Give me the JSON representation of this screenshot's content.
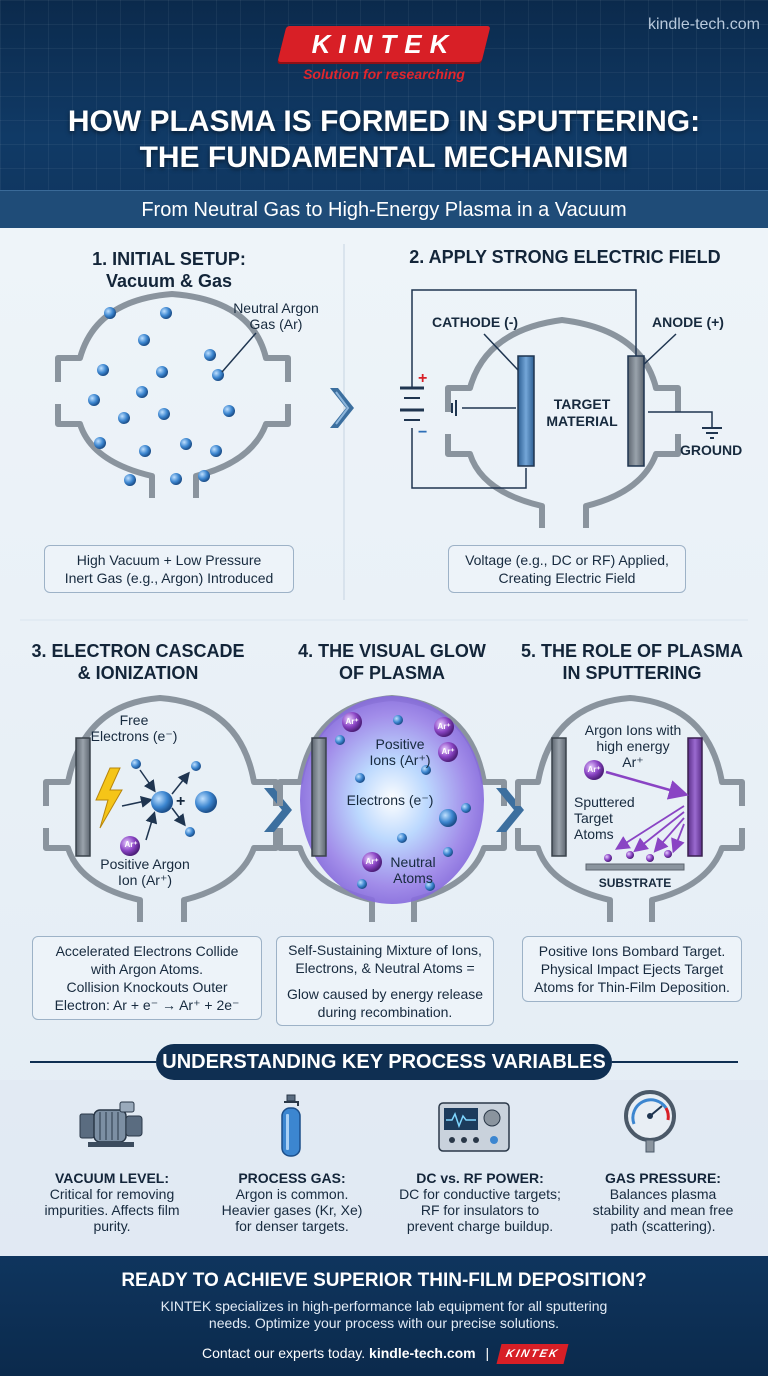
{
  "header": {
    "site": "kindle-tech.com",
    "logo_text": "KINTEK",
    "tagline": "Solution for researching",
    "title_line1": "HOW PLASMA IS FORMED IN SPUTTERING:",
    "title_line2": "THE FUNDAMENTAL MECHANISM",
    "subtitle": "From Neutral Gas to High-Energy Plasma in a Vacuum"
  },
  "step1": {
    "title_line1": "1. INITIAL SETUP:",
    "title_line2": "Vacuum & Gas",
    "label_line1": "Neutral Argon",
    "label_line2": "Gas (Ar)",
    "caption_line1": "High Vacuum + Low Pressure",
    "caption_line2": "Inert Gas (e.g., Argon) Introduced"
  },
  "step2": {
    "title": "2. APPLY STRONG ELECTRIC FIELD",
    "cathode": "CATHODE (-)",
    "anode": "ANODE (+)",
    "target_line1": "TARGET",
    "target_line2": "MATERIAL",
    "ground": "GROUND",
    "plus": "+",
    "minus": "−",
    "caption_line1": "Voltage (e.g., DC or RF) Applied,",
    "caption_line2": "Creating Electric Field"
  },
  "step3": {
    "title_line1": "3. ELECTRON CASCADE",
    "title_line2": "& IONIZATION",
    "free_line1": "Free",
    "free_line2": "Electrons (e⁻)",
    "ion_line1": "Positive Argon",
    "ion_line2": "Ion (Ar⁺)",
    "ion_badge": "Ar⁺",
    "plus": "+",
    "caption_line1": "Accelerated Electrons Collide",
    "caption_line2": "with Argon Atoms.",
    "caption_line3": "Collision Knockouts Outer",
    "caption_line4": "Electron: Ar + e⁻ → Ar⁺ + 2e⁻"
  },
  "step4": {
    "title_line1": "4. THE VISUAL GLOW",
    "title_line2": "OF PLASMA",
    "ions_line1": "Positive",
    "ions_line2": "Ions (Ar⁺)",
    "electrons": "Electrons (e⁻)",
    "neutral_line1": "Neutral",
    "neutral_line2": "Atoms",
    "ion_badge": "Ar⁺",
    "caption_line1": "Self-Sustaining Mixture of Ions,",
    "caption_line2": "Electrons, & Neutral Atoms =",
    "caption_line3": "Glow caused by energy release",
    "caption_line4": "during recombination."
  },
  "step5": {
    "title_line1": "5. THE ROLE OF PLASMA",
    "title_line2": "IN SPUTTERING",
    "ions_line1": "Argon Ions with",
    "ions_line2": "high energy",
    "ions_line3": "Ar⁺",
    "sputtered_line1": "Sputtered",
    "sputtered_line2": "Target",
    "sputtered_line3": "Atoms",
    "substrate": "SUBSTRATE",
    "ion_badge": "Ar⁺",
    "caption_line1": "Positive Ions Bombard Target.",
    "caption_line2": "Physical Impact Ejects Target",
    "caption_line3": "Atoms for Thin-Film Deposition."
  },
  "variables": {
    "title": "UNDERSTANDING KEY PROCESS VARIABLES",
    "items": [
      {
        "icon": "vacuum-pump-icon",
        "title": "VACUUM LEVEL:",
        "line1": "Critical for removing",
        "line2": "impurities. Affects film",
        "line3": "purity."
      },
      {
        "icon": "gas-cylinder-icon",
        "title": "PROCESS GAS:",
        "line1": "Argon is common.",
        "line2": "Heavier gases (Kr, Xe)",
        "line3": "for denser targets."
      },
      {
        "icon": "power-supply-icon",
        "title": "DC vs. RF POWER:",
        "line1": "DC for conductive targets;",
        "line2": "RF for insulators to",
        "line3": "prevent charge buildup."
      },
      {
        "icon": "pressure-gauge-icon",
        "title": "GAS PRESSURE:",
        "line1": "Balances plasma",
        "line2": "stability and mean free",
        "line3": "path (scattering)."
      }
    ]
  },
  "footer": {
    "title": "READY TO ACHIEVE SUPERIOR THIN-FILM DEPOSITION?",
    "text_line1": "KINTEK specializes in high-performance lab equipment for all sputtering",
    "text_line2": "needs. Optimize your process with our precise solutions.",
    "contact": "Contact our experts today.",
    "contact_link": "kindle-tech.com",
    "separator": "|",
    "logo_text": "KINTEK"
  },
  "colors": {
    "navy": "#0f2f52",
    "header_blue": "#103a66",
    "brand_red": "#d81f26",
    "chamber_gray": "#8a949e",
    "atom_blue": "#3c86d0",
    "ion_purple": "#7d3ab8",
    "plasma_glow": "#b9a4ef",
    "caption_bg": "#edf3f9"
  }
}
